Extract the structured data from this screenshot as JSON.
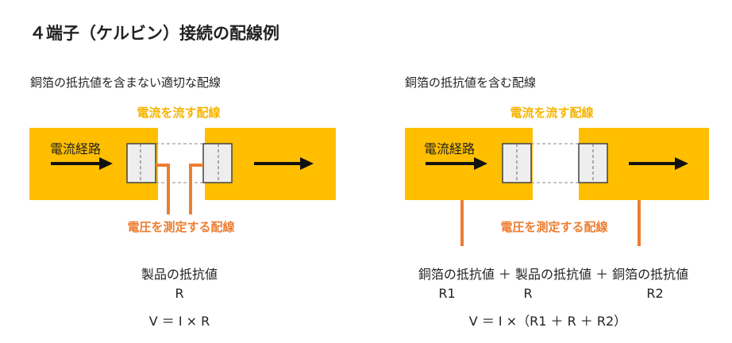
{
  "title": "４端子（ケルビン）接続の配線例",
  "colors": {
    "block": "#FFBF00",
    "current_wire": "#F5B400",
    "voltage_wire": "#ED7D31",
    "arrow": "#111111"
  },
  "left": {
    "subtitle": "銅箔の抵抗値を含まない適切な配線",
    "current_label": "電流を流す配線",
    "path_label": "電流経路",
    "voltage_label": "電圧を測定する配線",
    "desc": "製品の抵抗値",
    "symbol": "R",
    "formula": "V ＝ I × R"
  },
  "right": {
    "subtitle": "銅箔の抵抗値を含む配線",
    "current_label": "電流を流す配線",
    "path_label": "電流経路",
    "voltage_label": "電圧を測定する配線",
    "desc": "銅箔の抵抗値 ＋ 製品の抵抗値 ＋ 銅箔の抵抗値",
    "symbols": [
      "R1",
      "R",
      "R2"
    ],
    "formula": "V ＝ I ×（R1 ＋ R ＋ R2）"
  }
}
